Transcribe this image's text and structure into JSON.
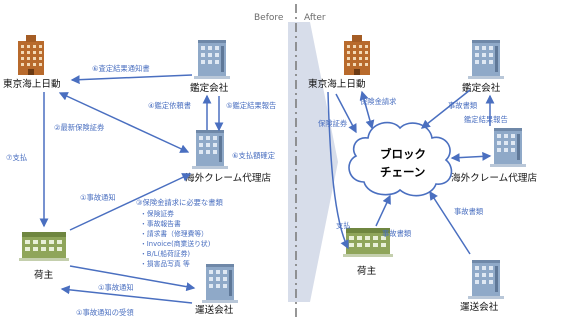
{
  "phases": {
    "before": "Before",
    "after": "After"
  },
  "before": {
    "nodes": {
      "tokio": "東京海上日動",
      "kantei": "鑑定会社",
      "claim_agent": "海外クレーム代理店",
      "ninushi": "荷主",
      "unso": "運送会社"
    },
    "arrows": {
      "a6_result_notice": "⑥査定結果通知書",
      "a4_request": "④鑑定依頼書",
      "a5_report": "⑤鑑定結果報告",
      "a2_cert": "②最新保険証券",
      "a6_confirm": "⑥支払額確定",
      "a7_pay": "⑦支払",
      "a1_notice": "①事故通知",
      "a3_docs_title": "③保険金請求に必要な書類",
      "a1_notice_unso": "①事故通知",
      "a1_receipt": "①事故通知の受領"
    },
    "docs_list": [
      "・保険証券",
      "・事故報告書",
      "・請求書（修理費等）",
      "・Invoice(商業送り状)",
      "・B/L(船荷証券)",
      "・損害品写真 等"
    ]
  },
  "after": {
    "nodes": {
      "tokio": "東京海上日動",
      "kantei": "鑑定会社",
      "claim_agent": "海外クレーム代理店",
      "ninushi": "荷主",
      "unso": "運送会社"
    },
    "blockchain": [
      "ブロック",
      "チェーン"
    ],
    "arrows": {
      "claim_request": "保険金請求",
      "accident_docs_kantei": "事故書類",
      "cert": "保険証券",
      "report": "鑑定結果報告",
      "pay": "支払",
      "accident_docs_ninushi": "事故書類",
      "accident_docs_unso": "事故書類"
    }
  },
  "colors": {
    "arrow": "#4a6fc0",
    "label": "#4a6fc0",
    "divider": "#7d7d7d",
    "cloud_stroke": "#4a6fc0",
    "chevron": "#c9d2e3",
    "tokio_building": "#b86a2c",
    "kantei_building": "#8fa9c8",
    "agent_building": "#8fa9c8",
    "ninushi_building": "#8fa55a",
    "unso_building": "#8fa9c8"
  },
  "icons": [
    "building-tokio-icon",
    "building-kantei-icon",
    "building-agent-icon",
    "building-ninushi-icon",
    "building-unso-icon"
  ]
}
